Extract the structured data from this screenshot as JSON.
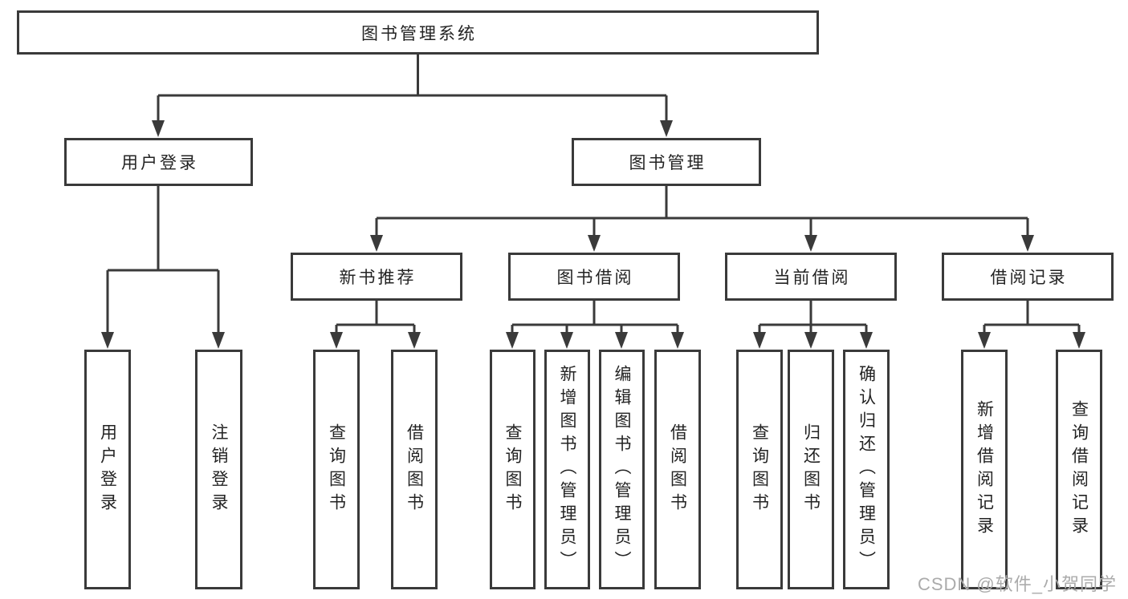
{
  "diagram": {
    "root": "图书管理系统",
    "level2": {
      "user_login": "用户登录",
      "book_management": "图书管理"
    },
    "level3": {
      "new_book_recommend": "新书推荐",
      "book_borrow": "图书借阅",
      "current_borrow": "当前借阅",
      "borrow_records": "借阅记录"
    },
    "leaves": {
      "user_login": [
        "用户登录",
        "注销登录"
      ],
      "new_book_recommend": [
        "查询图书",
        "借阅图书"
      ],
      "book_borrow": [
        "查询图书",
        "新增图书（管理员）",
        "编辑图书（管理员）",
        "借阅图书"
      ],
      "current_borrow": [
        "查询图书",
        "归还图书",
        "确认归还（管理员）"
      ],
      "borrow_records": [
        "新增借阅记录",
        "查询借阅记录"
      ]
    }
  },
  "watermark": "CSDN @软件_小贺同学",
  "colors": {
    "line": "#3a3a3a",
    "text": "#232323",
    "watermark": "#ababab",
    "background": "#ffffff"
  }
}
